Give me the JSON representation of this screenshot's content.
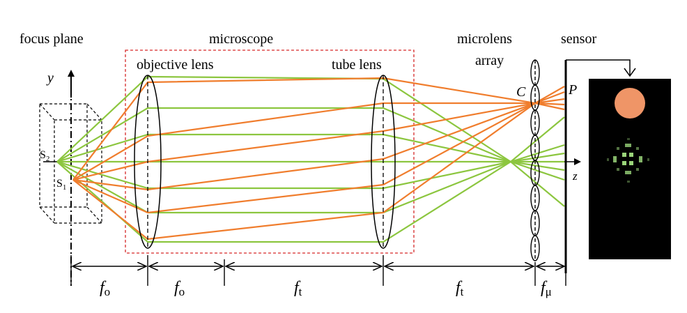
{
  "labels": {
    "focus_plane": "focus plane",
    "microscope": "microscope",
    "microlens_line1": "microlens",
    "microlens_line2": "array",
    "sensor": "sensor",
    "objective_lens": "objective lens",
    "tube_lens": "tube lens",
    "y_axis": "y",
    "z_axis": "z",
    "point_c": "C",
    "point_p": "P",
    "s2": "S",
    "s2_sub": "2",
    "s1": "S",
    "s1_sub": "1"
  },
  "dimensions": [
    {
      "symbol": "f",
      "sub": "o"
    },
    {
      "symbol": "f",
      "sub": "o"
    },
    {
      "symbol": "f",
      "sub": "t"
    },
    {
      "symbol": "f",
      "sub": "t"
    },
    {
      "symbol": "f",
      "sub": "μ"
    }
  ],
  "colors": {
    "green_rays": "#8cc63f",
    "orange_rays": "#f07d2d",
    "microscope_box": "#d62828",
    "sensor_image_bg": "#000000",
    "spot_orange": "#ef9567",
    "spot_green": "#9ad47a"
  }
}
